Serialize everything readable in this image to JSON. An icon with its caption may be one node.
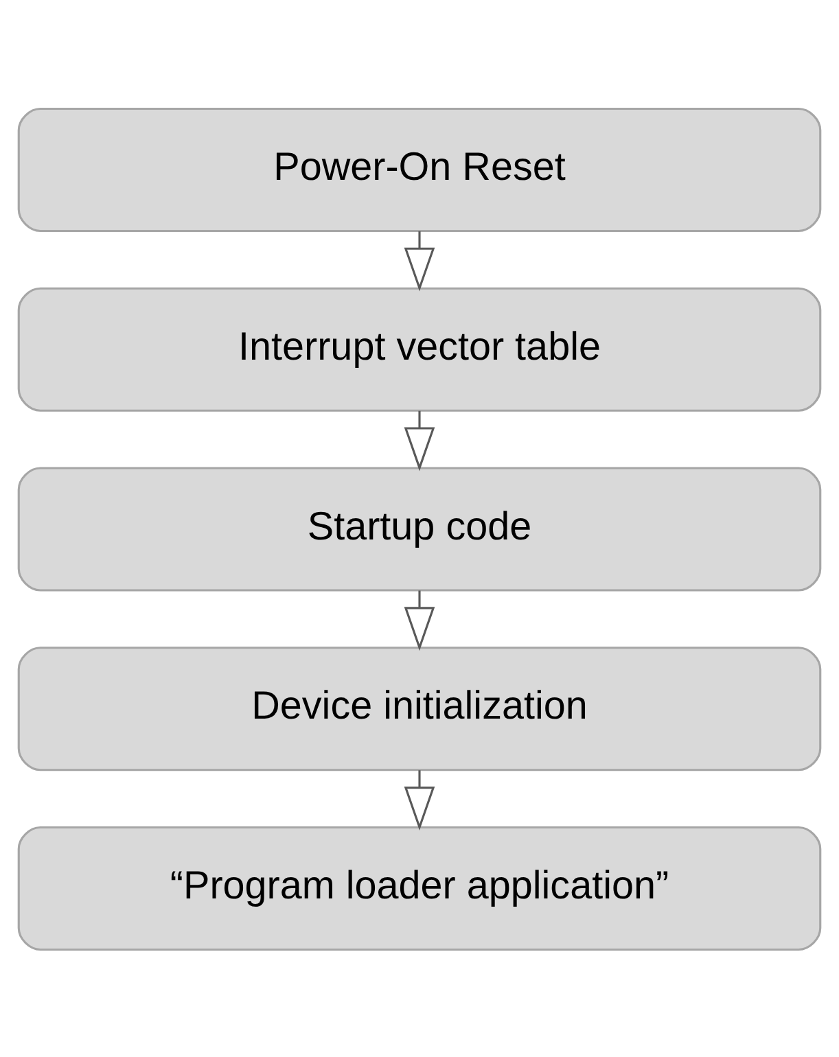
{
  "diagram": {
    "nodes": [
      {
        "text": [
          "Power-On Reset"
        ]
      },
      {
        "text": [
          "Interrupt vector table"
        ]
      },
      {
        "text": [
          "Startup code"
        ]
      },
      {
        "text": [
          "Device initialization"
        ]
      },
      {
        "text": [
          "“Program loader application”"
        ]
      }
    ],
    "edges": [
      {
        "from": 0,
        "to": 1,
        "arrow": "to"
      },
      {
        "from": 1,
        "to": 2,
        "arrow": "to"
      },
      {
        "from": 2,
        "to": 3,
        "arrow": "to"
      },
      {
        "from": 3,
        "to": 4,
        "arrow": "to"
      }
    ]
  }
}
